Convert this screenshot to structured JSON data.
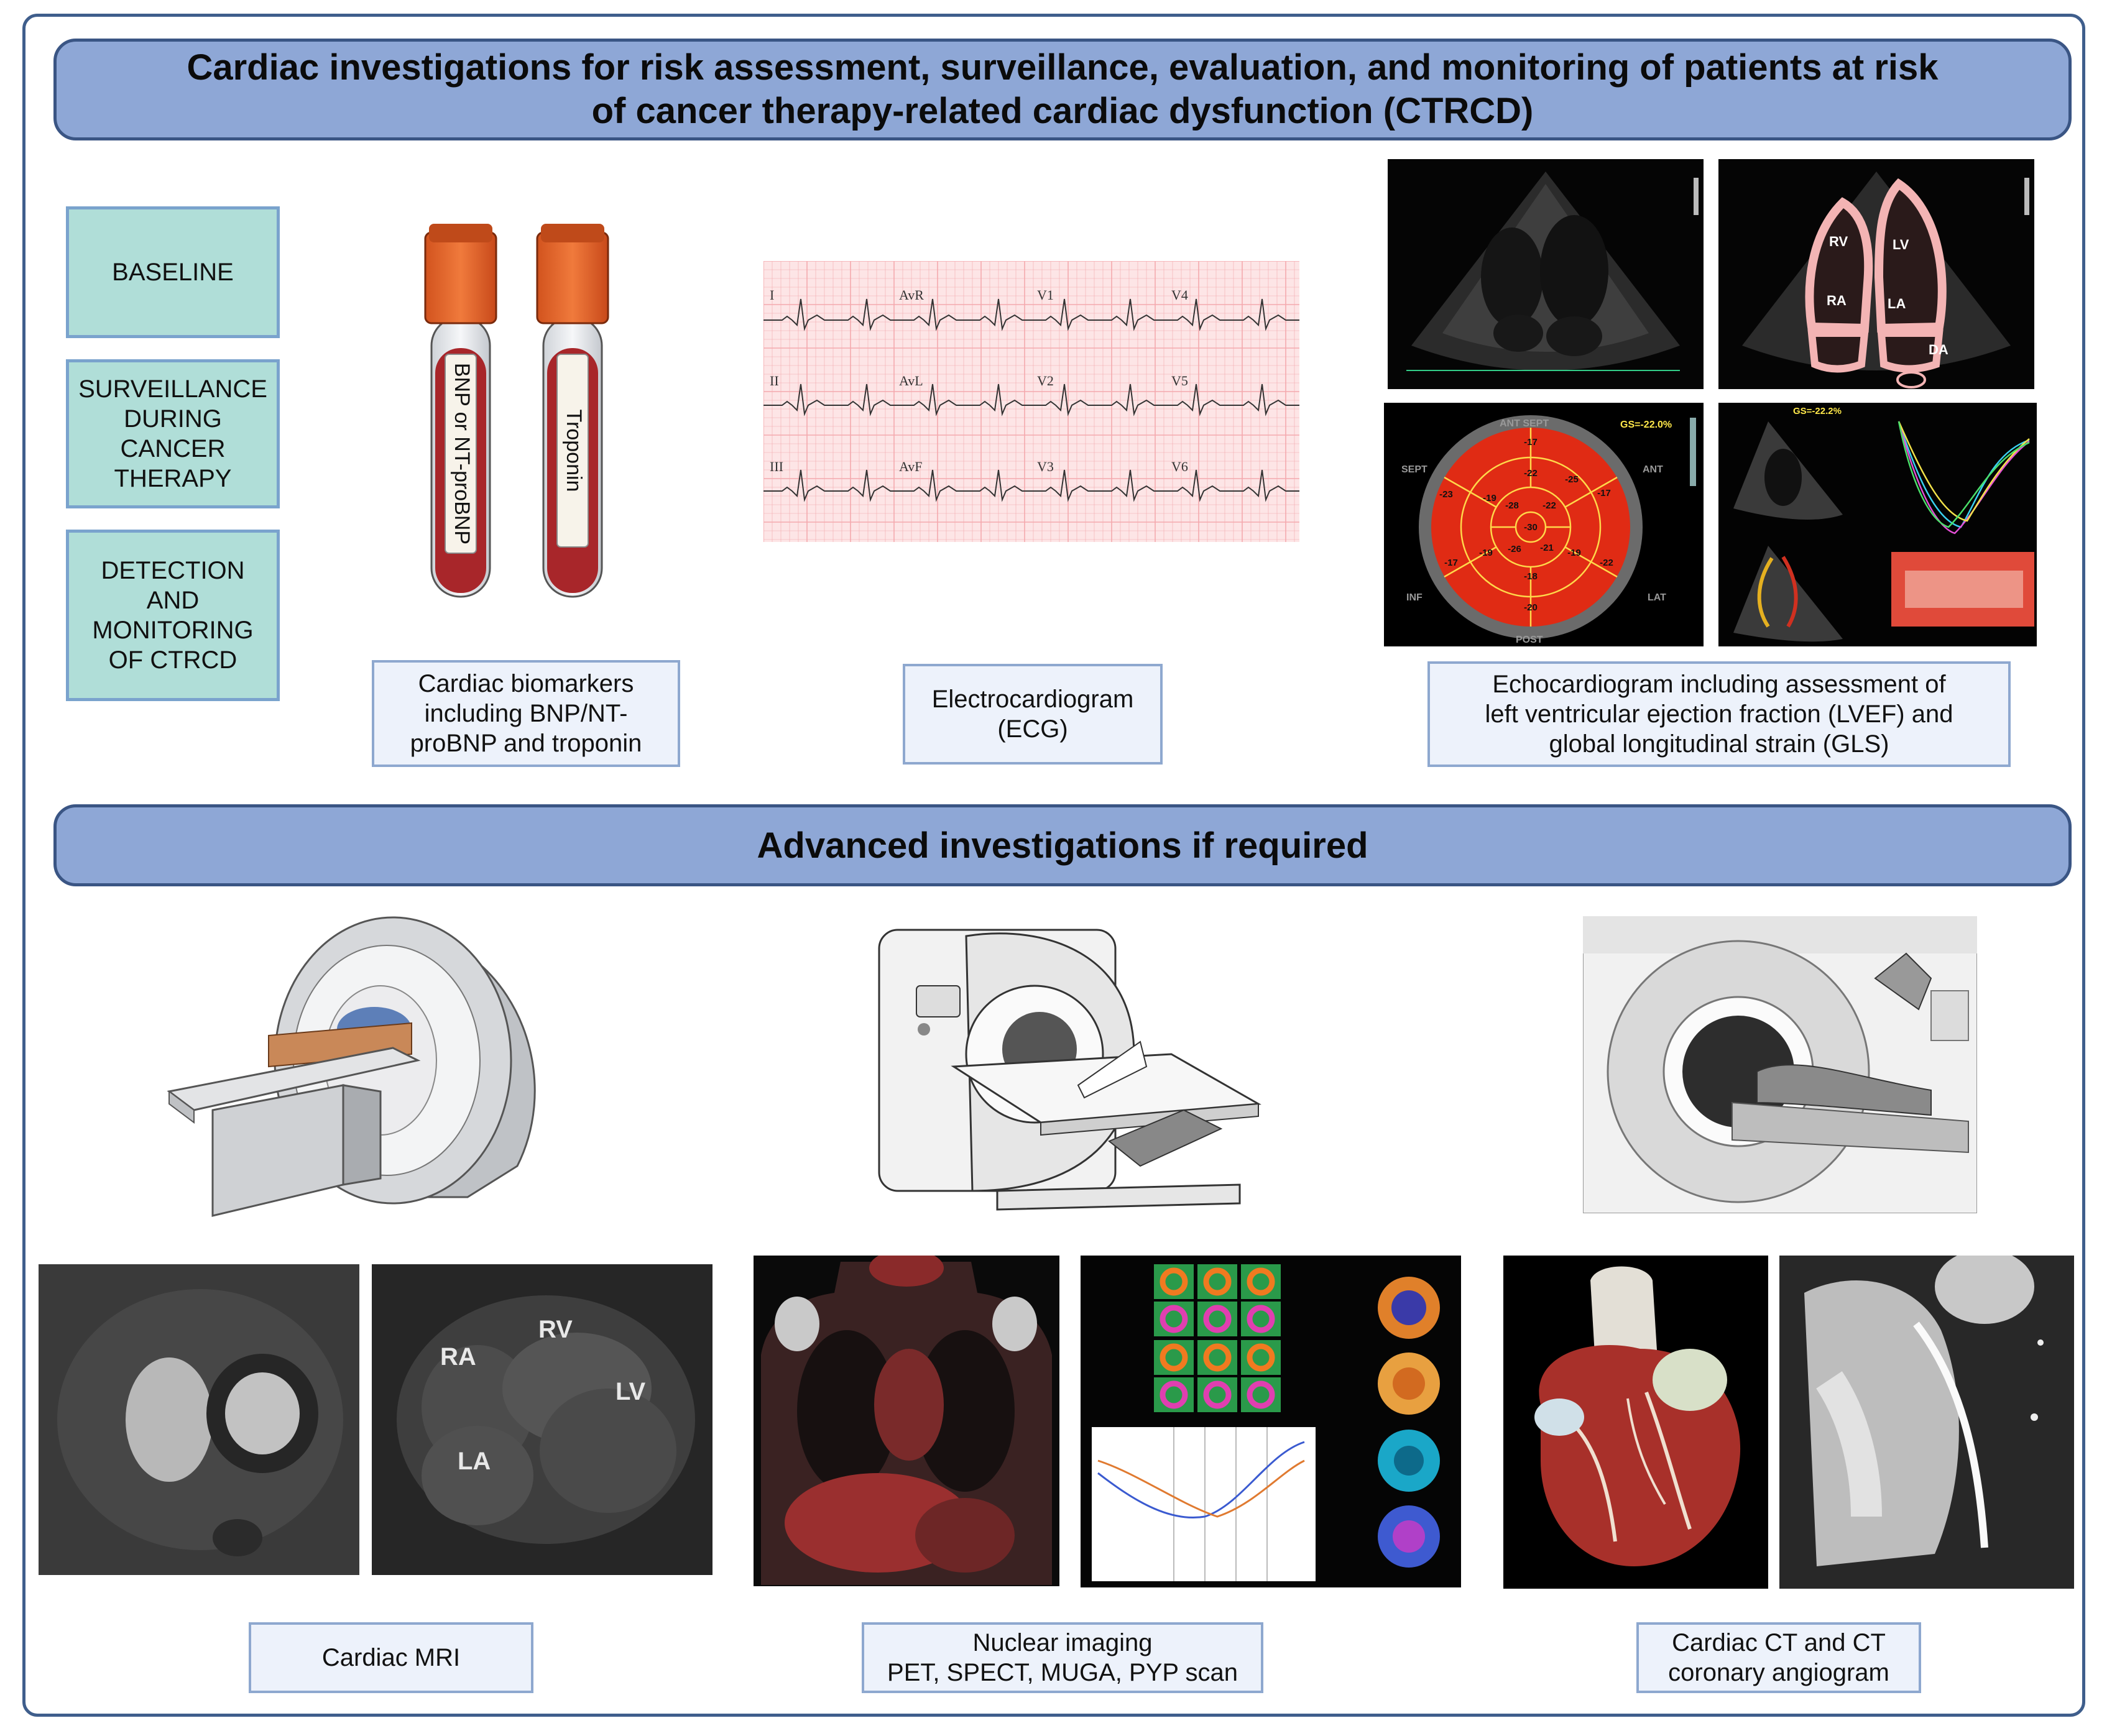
{
  "header": {
    "title": "Cardiac investigations for risk assessment, surveillance, evaluation, and monitoring of patients at risk\nof cancer therapy-related cardiac dysfunction (CTRCD)"
  },
  "stages": [
    {
      "label": "BASELINE"
    },
    {
      "label": "SURVEILLANCE DURING CANCER THERAPY"
    },
    {
      "label": "DETECTION AND MONITORING OF CTRCD"
    }
  ],
  "biomarkers": {
    "tube1_label": "BNP or NT-proBNP",
    "tube2_label": "Troponin",
    "caption": "Cardiac biomarkers\nincluding BNP/NT-\nproBNP and troponin"
  },
  "ecg": {
    "leads": [
      "I",
      "AvR",
      "V1",
      "V4",
      "II",
      "AvL",
      "V2",
      "V5",
      "III",
      "AvF",
      "V3",
      "V6"
    ],
    "caption": "Electrocardiogram\n(ECG)"
  },
  "echo": {
    "chambers": [
      "RV",
      "LV",
      "RA",
      "LA",
      "DA"
    ],
    "bullseye": {
      "gs": "GS=-22.0%",
      "orient": [
        "ANT SEPT",
        "ANT",
        "SEPT",
        "INF",
        "LAT",
        "POST"
      ],
      "values": [
        "-17",
        "-22",
        "-25",
        "-17",
        "-23",
        "-19",
        "-28",
        "-22",
        "-30",
        "-19",
        "-26",
        "-21",
        "-19",
        "-22",
        "-17",
        "-18",
        "-20"
      ]
    },
    "strain_gs": "GS=-22.2%",
    "caption": "Echocardiogram including assessment of\nleft ventricular ejection fraction (LVEF) and\nglobal longitudinal strain (GLS)"
  },
  "advanced": {
    "title": "Advanced investigations if required"
  },
  "mri": {
    "labels": [
      "RV",
      "RA",
      "LV",
      "LA"
    ],
    "caption": "Cardiac MRI"
  },
  "nuclear": {
    "caption": "Nuclear imaging\nPET, SPECT, MUGA, PYP scan"
  },
  "ct": {
    "caption": "Cardiac CT and CT\ncoronary angiogram"
  },
  "colors": {
    "banner_fill": "#8ea7d6",
    "banner_border": "#3a5584",
    "stage_fill": "#b0ded8",
    "caption_fill": "#edf2fb",
    "tube_cap": "#e8682e",
    "blood": "#a8262a",
    "ecg_grid": "#f4a9ae",
    "bullseye_red": "#e02b14"
  }
}
